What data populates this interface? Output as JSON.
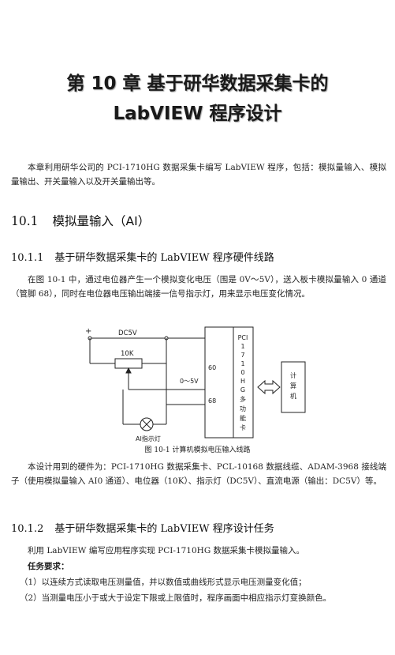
{
  "chapter": {
    "line1": "第 10 章    基于研华数据采集卡的",
    "line2": "LabVIEW 程序设计"
  },
  "intro": "本章利用研华公司的 PCI-1710HG 数据采集卡编写 LabVIEW 程序，包括：模拟量输入、模拟量输出、开关量输入以及开关量输出等。",
  "section_10_1": {
    "num": "10.1",
    "title": "模拟量输入（AI）"
  },
  "section_10_1_1": {
    "num": "10.1.1",
    "title": "基于研华数据采集卡的 LabVIEW 程序硬件线路",
    "body": "在图 10-1 中，通过电位器产生一个模拟变化电压（围是 0V～5V），送入板卡模拟量输入 0 通道（管脚 68），同时在电位器电压输出端接一信号指示灯，用来显示电压变化情况。"
  },
  "diagram": {
    "plus": "+",
    "dc5v": "DC5V",
    "resistor": "10K",
    "range": "0～5V",
    "pin_60": "60",
    "pin_68": "68",
    "lamp": "AI指示灯",
    "card_chars": [
      "PCI",
      "1",
      "7",
      "1",
      "0",
      "H",
      "G",
      "多",
      "功",
      "能",
      "卡"
    ],
    "computer_chars": [
      "计",
      "算",
      "机"
    ]
  },
  "figure_caption": "图 10-1    计算机模拟电压输入线路",
  "hardware_para": "本设计用到的硬件为：PCI-1710HG 数据采集卡、PCL-10168 数据线缆、ADAM-3968 接线端子（使用模拟量输入 AI0 通道）、电位器（10K）、指示灯（DC5V）、直流电源（输出：DC5V）等。",
  "section_10_1_2": {
    "num": "10.1.2",
    "title": "基于研华数据采集卡的 LabVIEW 程序设计任务",
    "body": "利用 LabVIEW 编写应用程序实现 PCI-1710HG 数据采集卡模拟量输入。",
    "task_heading": "任务要求：",
    "tasks": [
      "（1）以连续方式读取电压测量值，并以数值或曲线形式显示电压测量变化值；",
      "（2）当测量电压小于或大于设定下限或上限值时，程序画面中相应指示灯变换颜色。"
    ]
  }
}
